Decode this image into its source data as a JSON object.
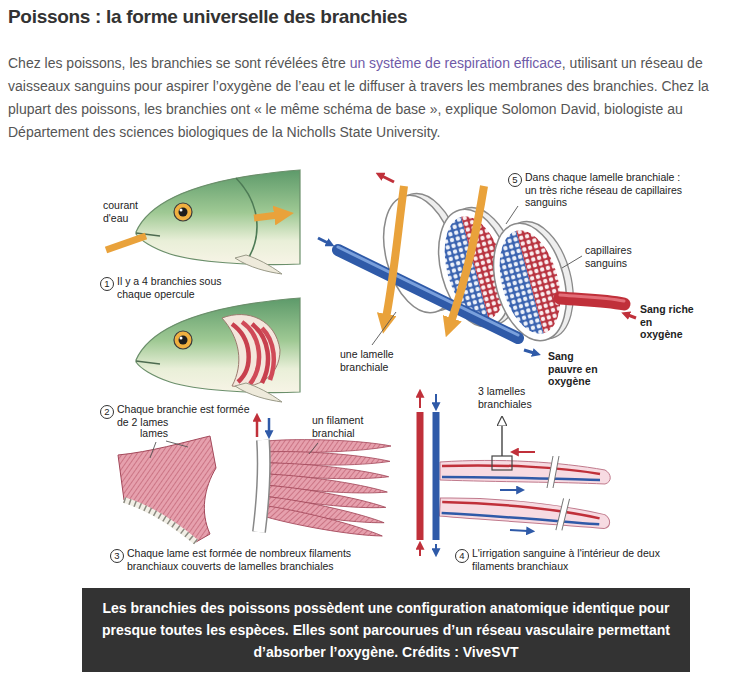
{
  "diagram": {
    "title": "Poissons : la forme universelle des branchies",
    "caption": "Les branchies des poissons possèdent une configuration anatomique identique pour presque toutes les espèces. Elles sont parcourues d’un réseau vasculaire permettant d’absorber l’oxygène. Crédits : ViveSVT",
    "labels": [
      "Chez les poissons, les branchies se sont révélées être",
      "un système de respiration efficace",
      ", utilisant un réseau de vaisseaux sanguins pour aspirer l’oxygène de l’eau et le diffuser à travers les membranes des branchies. Chez la plupart des poissons, les branchies ont « le même schéma de base », explique Solomon David, biologiste au Département des sciences biologiques de la Nicholls State University.",
      "courant d'eau",
      "1",
      "Il y a 4 branchies sous chaque opercule",
      "2",
      "Chaque branchie est formée de 2 lames",
      "lames",
      "un filament branchial",
      "3",
      "Chaque lame est formée de nombreux filaments branchiaux couverts de lamelles branchiales",
      "5",
      "Dans chaque lamelle branchiale : un très riche réseau de capillaires sanguins",
      "capillaires sanguins",
      "Sang riche en oxygène",
      "une lamelle branchiale",
      "Sang pauvre en oxygène",
      "3 lamelles branchiales",
      "4",
      "L'irrigation sanguine à l'intérieur de deux filaments branchiaux"
    ]
  }
}
